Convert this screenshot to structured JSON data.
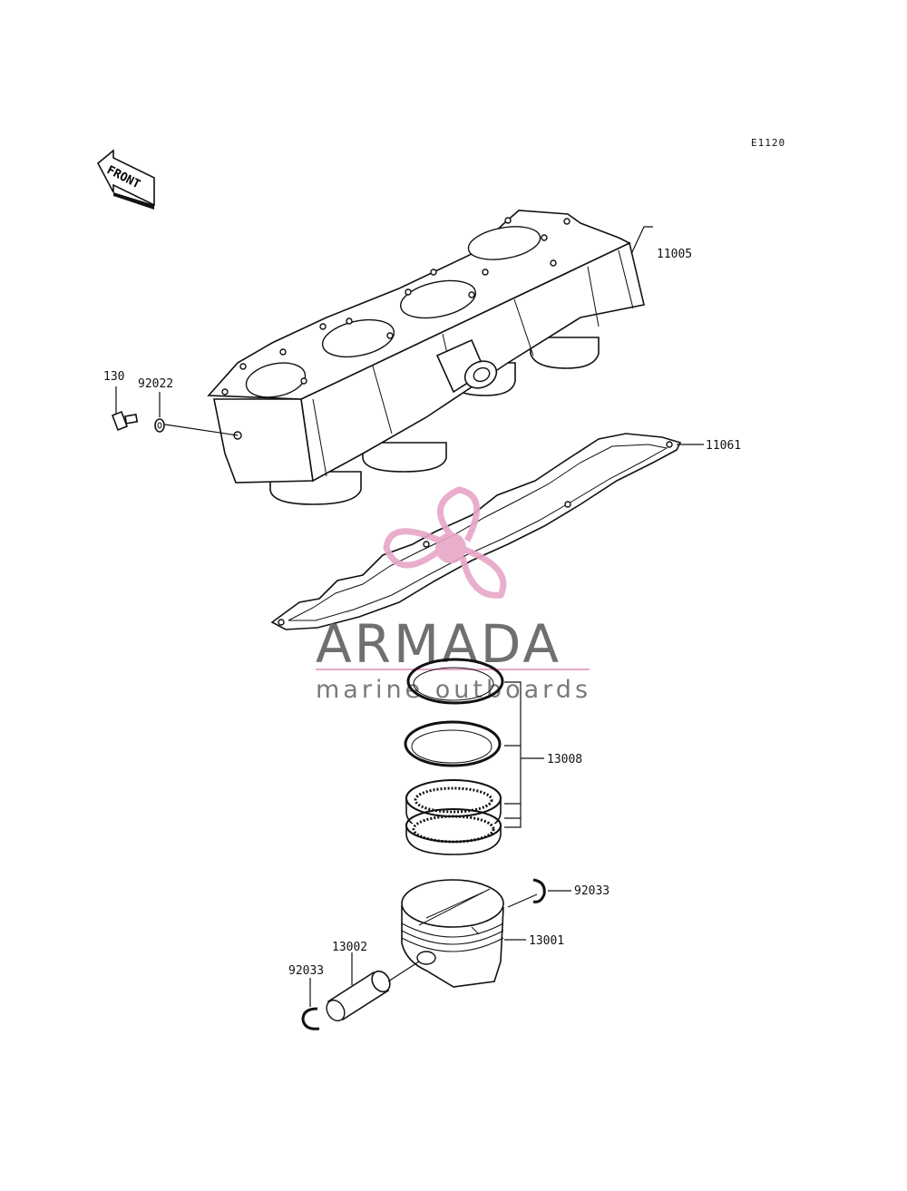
{
  "diagram": {
    "code": "E1120",
    "front_label": "FRONT",
    "parts": {
      "cylinder": "11005",
      "gasket": "11061",
      "bolt": "130",
      "washer": "92022",
      "ring_set": "13008",
      "circlip_right": "92033",
      "piston": "13001",
      "pin": "13002",
      "circlip_left": "92033"
    }
  },
  "watermark": {
    "brand": "ARMADA",
    "tagline": "marine outboards",
    "colors": {
      "pink": "#e8a6c8",
      "grey": "#6f6f6f"
    }
  }
}
